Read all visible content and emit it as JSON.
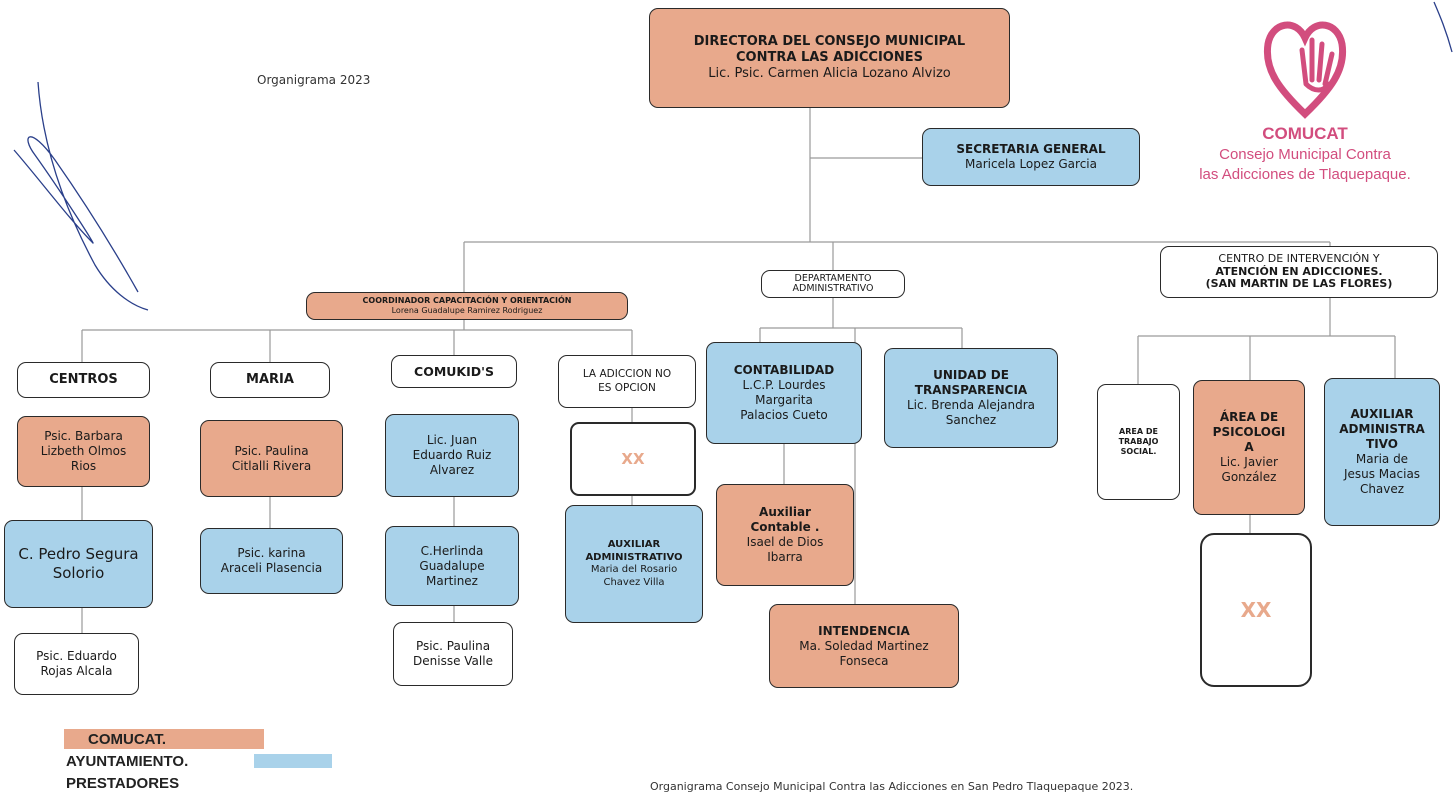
{
  "header_note": "Organigrama 2023",
  "director": {
    "line1": "DIRECTORA DEL CONSEJO MUNICIPAL",
    "line2": "CONTRA LAS ADICCIONES",
    "name": "Lic. Psic. Carmen Alicia Lozano Alvizo"
  },
  "secretaria": {
    "title": "SECRETARIA GENERAL",
    "name": "Maricela  Lopez Garcia"
  },
  "logo": {
    "name": "COMUCAT",
    "line1": "Consejo Municipal Contra",
    "line2": "las Adicciones de Tlaquepaque."
  },
  "coordinador": {
    "title": "COORDINADOR CAPACITACIÓN Y ORIENTACIÓN",
    "name": "Lorena Guadalupe Ramirez Rodriguez"
  },
  "depto": {
    "line1": "DEPARTAMENTO",
    "line2": "ADMINISTRATIVO"
  },
  "centro": {
    "line1": "CENTRO DE INTERVENCIÓN Y",
    "line2": "ATENCIÓN EN ADICCIONES.",
    "line3": "(SAN MARTIN DE LAS FLORES)"
  },
  "centros": {
    "title": "CENTROS",
    "p1": {
      "l1": "Psic. Barbara",
      "l2": "Lizbeth Olmos",
      "l3": "Rios"
    },
    "p2": {
      "l1": "C. Pedro Segura",
      "l2": "Solorio"
    },
    "p3": {
      "l1": "Psic. Eduardo",
      "l2": "Rojas Alcala"
    }
  },
  "maria": {
    "title": "MARIA",
    "p1": {
      "l1": "Psic. Paulina",
      "l2": "Citlalli Rivera"
    },
    "p2": {
      "l1": "Psic. karina",
      "l2": "Araceli Plasencia"
    }
  },
  "comukids": {
    "title": "COMUKID'S",
    "p1": {
      "l1": "Lic. Juan",
      "l2": "Eduardo Ruiz",
      "l3": "Alvarez"
    },
    "p2": {
      "l1": "C.Herlinda",
      "l2": "Guadalupe",
      "l3": "Martinez"
    },
    "p3": {
      "l1": "Psic. Paulina",
      "l2": "Denisse Valle"
    }
  },
  "adiccion": {
    "l1": "LA ADICCION NO",
    "l2": "ES OPCION",
    "xx": "XX",
    "aux": {
      "title1": "AUXILIAR",
      "title2": "ADMINISTRATIVO",
      "n1": "Maria del Rosario",
      "n2": "Chavez Villa"
    }
  },
  "contabilidad": {
    "title": "CONTABILIDAD",
    "l1": "L.C.P. Lourdes",
    "l2": "Margarita",
    "l3": "Palacios Cueto"
  },
  "aux_contable": {
    "title1": "Auxiliar",
    "title2": "Contable .",
    "n1": "Isael de Dios",
    "n2": "Ibarra"
  },
  "intendencia": {
    "title": "INTENDENCIA",
    "n1": "Ma. Soledad Martinez",
    "n2": "Fonseca"
  },
  "transparencia": {
    "t1": "UNIDAD DE",
    "t2": "TRANSPARENCIA",
    "n1": "Lic. Brenda  Alejandra",
    "n2": "Sanchez"
  },
  "trabajo_social": {
    "l1": "AREA DE",
    "l2": "TRABAJO",
    "l3": "SOCIAL."
  },
  "psicologia": {
    "t1": "ÁREA DE",
    "t2": "PSICOLOGI",
    "t3": "A",
    "n1": "Lic. Javier",
    "n2": "González",
    "xx": "XX"
  },
  "aux_admin2": {
    "t1": "AUXILIAR",
    "t2": "ADMINISTRA",
    "t3": "TIVO",
    "n1": "Maria de",
    "n2": "Jesus Macias",
    "n3": "Chavez"
  },
  "legend": {
    "item1": "COMUCAT.",
    "item2": "AYUNTAMIENTO.",
    "item3": "PRESTADORES"
  },
  "footer": "Organigrama Consejo Municipal Contra las Adicciones en San Pedro Tlaquepaque 2023.",
  "colors": {
    "comucat": "#e8a98c",
    "ayuntamiento": "#a9d2ea",
    "prestadores": "#ffffff",
    "logo": "#d24d7e"
  }
}
